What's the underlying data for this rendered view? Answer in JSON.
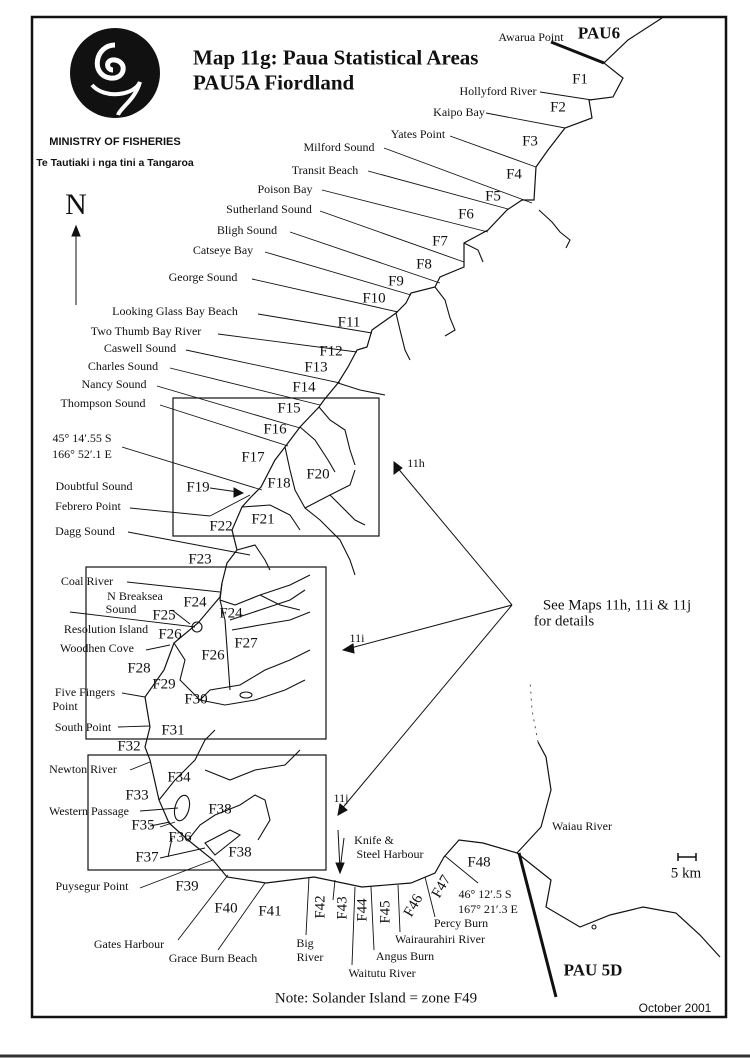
{
  "header": {
    "title": "Map 11g: Paua Statistical Areas",
    "subtitle": "PAU5A  Fiordland",
    "org_name": "MINISTRY OF FISHERIES",
    "org_motto": "Te Tautiaki i nga tini a Tangaroa",
    "north_label": "N"
  },
  "boundaries": {
    "north": "PAU6",
    "south": "PAU 5D"
  },
  "zones": [
    "F1",
    "F2",
    "F3",
    "F4",
    "F5",
    "F6",
    "F7",
    "F8",
    "F9",
    "F10",
    "F11",
    "F12",
    "F13",
    "F14",
    "F15",
    "F16",
    "F17",
    "F18",
    "F19",
    "F20",
    "F21",
    "F22",
    "F23",
    "F24",
    "F24",
    "F25",
    "F26",
    "F26",
    "F27",
    "F28",
    "F29",
    "F30",
    "F31",
    "F32",
    "F33",
    "F34",
    "F35",
    "F36",
    "F37",
    "F38",
    "F38",
    "F39",
    "F40",
    "F41",
    "F42",
    "F43",
    "F44",
    "F45",
    "F46",
    "F47",
    "F48"
  ],
  "places": [
    "Awarua Point",
    "Hollyford River",
    "Kaipo Bay",
    "Yates Point",
    "Milford Sound",
    "Transit Beach",
    "Poison Bay",
    "Sutherland Sound",
    "Bligh Sound",
    "Catseye Bay",
    "George Sound",
    "Looking Glass Bay Beach",
    "Two Thumb Bay River",
    "Caswell Sound",
    "Charles Sound",
    "Nancy Sound",
    "Thompson Sound",
    "45° 14′.55 S",
    "166° 52′.1 E",
    "Doubtful Sound",
    "Febrero Point",
    "Dagg Sound",
    "Coal River",
    "N Breaksea",
    "Sound",
    "Resolution Island",
    "Woodhen Cove",
    "Five Fingers",
    "Point",
    "South Point",
    "Newton River",
    "Western Passage",
    "Puysegur Point",
    "Gates Harbour",
    "Grace Burn Beach",
    "Big",
    "River",
    "Waitutu River",
    "Angus Burn",
    "Wairaurahiri River",
    "Percy Burn",
    "46° 12′.5 S",
    "167° 21′.3 E",
    "Knife &",
    "Steel Harbour",
    "Waiau River"
  ],
  "insets": {
    "labels": [
      "11h",
      "11i",
      "11j"
    ],
    "note_line1": "See Maps 11h, 11i & 11j",
    "note_line2": "for details"
  },
  "scale": "5 km",
  "footer": {
    "note": "Note: Solander Island = zone F49",
    "date": "October 2001"
  }
}
